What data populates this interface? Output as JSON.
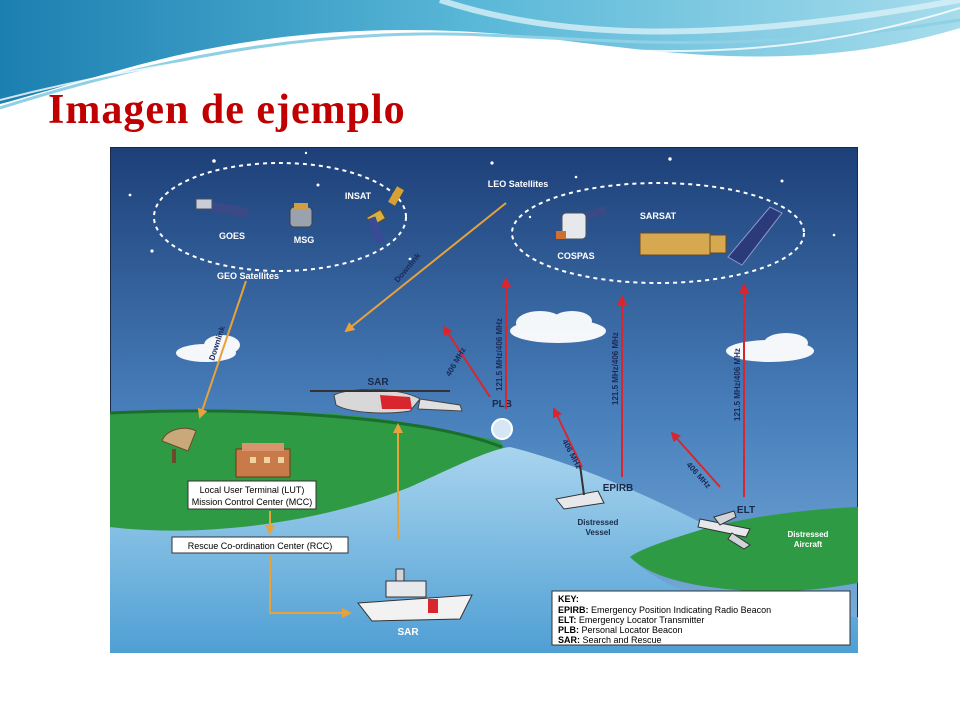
{
  "slide": {
    "title": "Imagen de ejemplo",
    "colors": {
      "title": "#c00000",
      "wave": "#5ab8d8",
      "sky": "#4f86c0",
      "sea": "#6bb6de",
      "land": "#2f9a44",
      "downlink": "#e8a23a",
      "uplink": "#d9262e"
    }
  },
  "diagram": {
    "geo": {
      "title": "GEO Satellites",
      "sats": [
        "GOES",
        "MSG",
        "INSAT"
      ]
    },
    "leo": {
      "title": "LEO Satellites",
      "sats": [
        "COSPAS",
        "SARSAT"
      ]
    },
    "downlink_left": "Downlink",
    "downlink_right": "Downlink",
    "freq_plb_leo": "121.5 MHz/406 MHz",
    "freq_plb_geo": "406 MHz",
    "freq_epirb_leo": "121.5 MHz/406 MHz",
    "freq_epirb_geo": "406 MHz",
    "freq_elt_leo": "121.5 MHz/406 MHz",
    "freq_elt_geo": "406 MHz",
    "sar_heli": "SAR",
    "plb": "PLB",
    "lut_line1": "Local User Terminal (LUT)",
    "lut_line2": "Mission Control Center (MCC)",
    "rcc": "Rescue Co-ordination Center (RCC)",
    "epirb": "EPIRB",
    "vessel_line1": "Distressed",
    "vessel_line2": "Vessel",
    "elt": "ELT",
    "aircraft_line1": "Distressed",
    "aircraft_line2": "Aircraft",
    "sar_boat": "SAR",
    "key": {
      "title": "KEY:",
      "items": [
        {
          "abbr": "EPIRB:",
          "desc": " Emergency Position Indicating Radio Beacon"
        },
        {
          "abbr": "ELT:",
          "desc": " Emergency Locator Transmitter"
        },
        {
          "abbr": "PLB:",
          "desc": " Personal Locator Beacon"
        },
        {
          "abbr": "SAR:",
          "desc": " Search and Rescue"
        }
      ]
    }
  }
}
